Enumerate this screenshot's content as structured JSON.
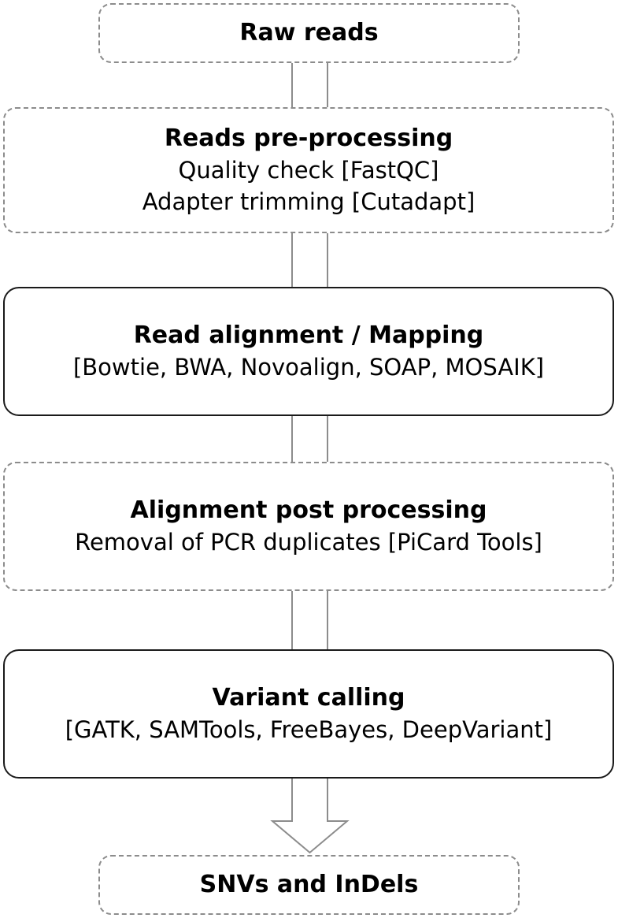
{
  "steps": [
    {
      "title": "Raw reads",
      "lines": []
    },
    {
      "title": "Reads pre-processing",
      "lines": [
        "Quality check [FastQC]",
        "Adapter trimming [Cutadapt]"
      ]
    },
    {
      "title": "Read alignment / Mapping",
      "lines": [
        "[Bowtie, BWA, Novoalign, SOAP, MOSAIK]"
      ]
    },
    {
      "title": "Alignment post processing",
      "lines": [
        "Removal of PCR duplicates [PiCard Tools]"
      ]
    },
    {
      "title": "Variant calling",
      "lines": [
        "[GATK, SAMTools, FreeBayes, DeepVariant]"
      ]
    },
    {
      "title": "SNVs and InDels",
      "lines": []
    }
  ],
  "colors": {
    "dashed_border": "#8c8c8c",
    "solid_border": "#1a1a1a",
    "connector": "#8c8c8c"
  }
}
